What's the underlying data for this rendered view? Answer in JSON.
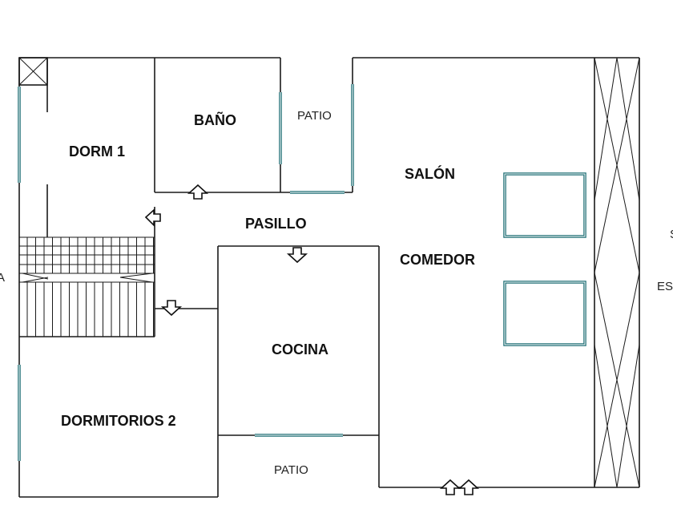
{
  "rooms": {
    "dorm1": "DORM 1",
    "bano": "BAÑO",
    "patio_top": "PATIO",
    "salon": "SALÓN",
    "pasillo": "PASILLO",
    "comedor": "COMEDOR",
    "cocina": "COCINA",
    "dormitorios2": "DORMITORIOS 2",
    "patio_bottom": "PATIO"
  },
  "edge_labels": {
    "left_cut": "A",
    "right_cut_top": "S",
    "right_cut_bottom": "ES"
  },
  "colors": {
    "wall": "#1a1a1a",
    "window": "#1f6f75",
    "background": "#ffffff"
  },
  "icons": {
    "door_arrow": "hollow-arrow-icon",
    "skylight": "x-box-icon",
    "stairs": "stairs-icon"
  }
}
